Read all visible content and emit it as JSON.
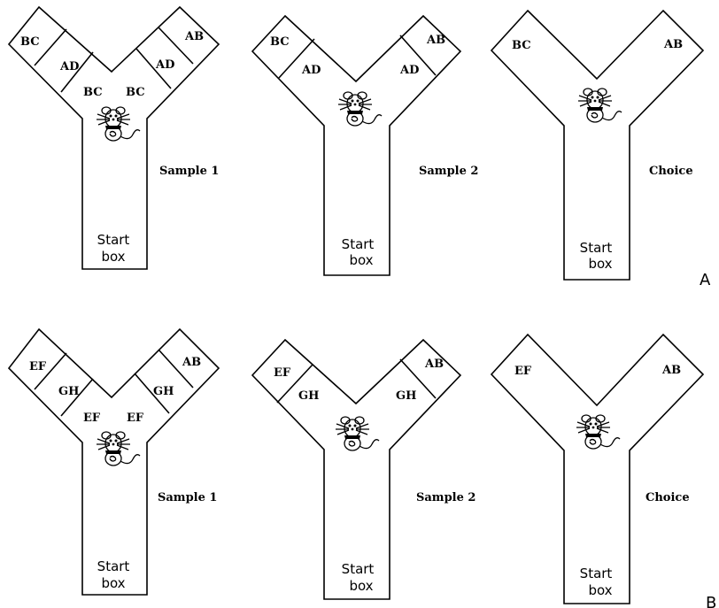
{
  "rows": [
    {
      "panel_label": "A",
      "mazes": [
        {
          "stage": "Sample 1",
          "start_line1": "Start",
          "start_line2": "box",
          "left_arm": [
            "BC",
            "AD",
            "BC"
          ],
          "right_arm": [
            "AB",
            "AD",
            "BC"
          ]
        },
        {
          "stage": "Sample 2",
          "start_line1": "Start",
          "start_line2": "box",
          "left_arm": [
            "BC",
            "AD"
          ],
          "right_arm": [
            "AB",
            "AD"
          ]
        },
        {
          "stage": "Choice",
          "start_line1": "Start",
          "start_line2": "box",
          "left_arm": [
            "BC"
          ],
          "right_arm": [
            "AB"
          ]
        }
      ]
    },
    {
      "panel_label": "B",
      "mazes": [
        {
          "stage": "Sample 1",
          "start_line1": "Start",
          "start_line2": "box",
          "left_arm": [
            "EF",
            "GH",
            "EF"
          ],
          "right_arm": [
            "AB",
            "GH",
            "EF"
          ]
        },
        {
          "stage": "Sample 2",
          "start_line1": "Start",
          "start_line2": "box",
          "left_arm": [
            "EF",
            "GH"
          ],
          "right_arm": [
            "AB",
            "GH"
          ]
        },
        {
          "stage": "Choice",
          "start_line1": "Start",
          "start_line2": "box",
          "left_arm": [
            "EF"
          ],
          "right_arm": [
            "AB"
          ]
        }
      ]
    }
  ]
}
